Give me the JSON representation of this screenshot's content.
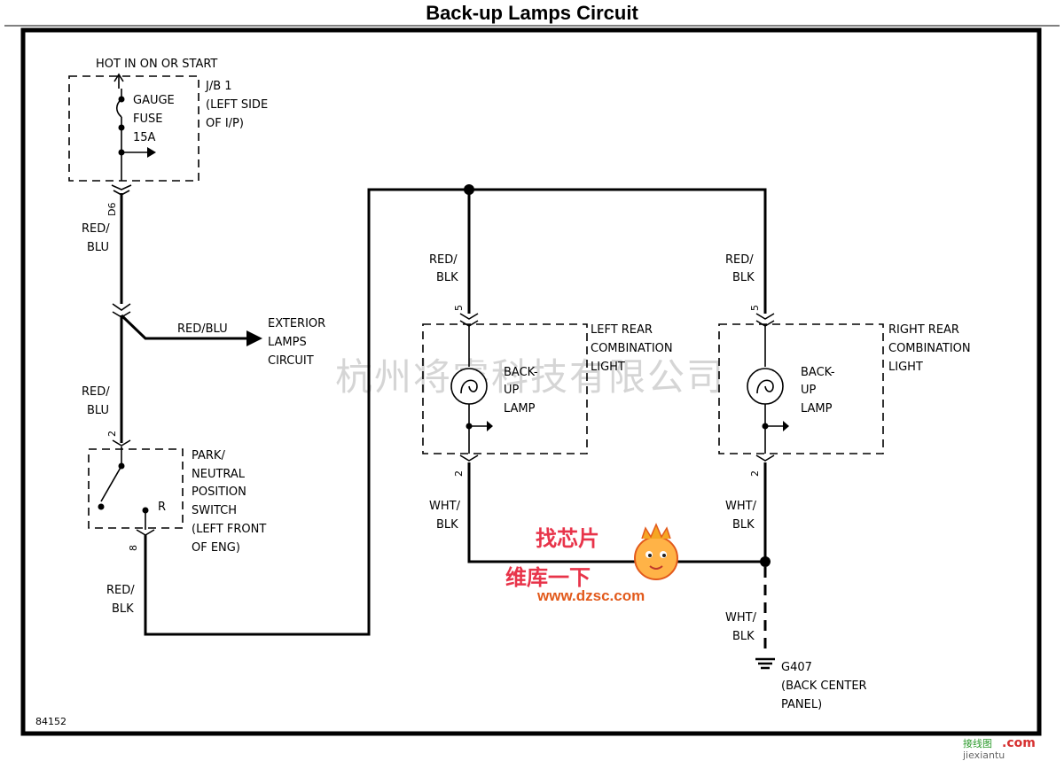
{
  "title": "Back-up Lamps Circuit",
  "figure_id": "84152",
  "power": {
    "header": "HOT IN ON OR START",
    "fuse_label": [
      "GAUGE",
      "FUSE",
      "15A"
    ],
    "jb_label": [
      "J/B 1",
      "(LEFT SIDE",
      "OF I/P)"
    ],
    "connector_pin": "D6"
  },
  "wires": {
    "upper_left": [
      "RED/",
      "BLU"
    ],
    "branch_label": "RED/BLU",
    "mid_left": [
      "RED/",
      "BLU"
    ],
    "bottom_left": [
      "RED/",
      "BLK"
    ],
    "left_lamp_feed": [
      "RED/",
      "BLK"
    ],
    "right_lamp_feed": [
      "RED/",
      "BLK"
    ],
    "left_lamp_ground": [
      "WHT/",
      "BLK"
    ],
    "right_lamp_ground": [
      "WHT/",
      "BLK"
    ],
    "ground_feed": [
      "WHT/",
      "BLK"
    ]
  },
  "exterior": [
    "EXTERIOR",
    "LAMPS",
    "CIRCUIT"
  ],
  "switch": {
    "label": [
      "PARK/",
      "NEUTRAL",
      "POSITION",
      "SWITCH",
      "(LEFT FRONT",
      "OF ENG)"
    ],
    "pin_top": "2",
    "pin_bottom": "8",
    "position": "R"
  },
  "left_lamp": {
    "lamp_label": [
      "BACK-",
      "UP",
      "LAMP"
    ],
    "box_label": [
      "LEFT REAR",
      "COMBINATION",
      "LIGHT"
    ],
    "pin_top": "5",
    "pin_bottom": "2"
  },
  "right_lamp": {
    "lamp_label": [
      "BACK-",
      "UP",
      "LAMP"
    ],
    "box_label": [
      "RIGHT REAR",
      "COMBINATION",
      "LIGHT"
    ],
    "pin_top": "5",
    "pin_bottom": "2"
  },
  "ground": {
    "id": "G407",
    "location": [
      "(BACK CENTER",
      "PANEL)"
    ]
  },
  "watermark": "杭州将睿科技有限公司",
  "logo": {
    "line1": "找芯片",
    "line2": "维库一下",
    "url": "www.dzsc.com"
  },
  "corner_mark": {
    "cn": "接线图",
    "com": ".com",
    "pinyin": "jiexiantu"
  },
  "colors": {
    "wire": "#000000",
    "watermark": "#c8c8c8",
    "logo_red": "#e8344a",
    "logo_orange": "#e25a1c",
    "corner_green": "#2a9a2a"
  }
}
